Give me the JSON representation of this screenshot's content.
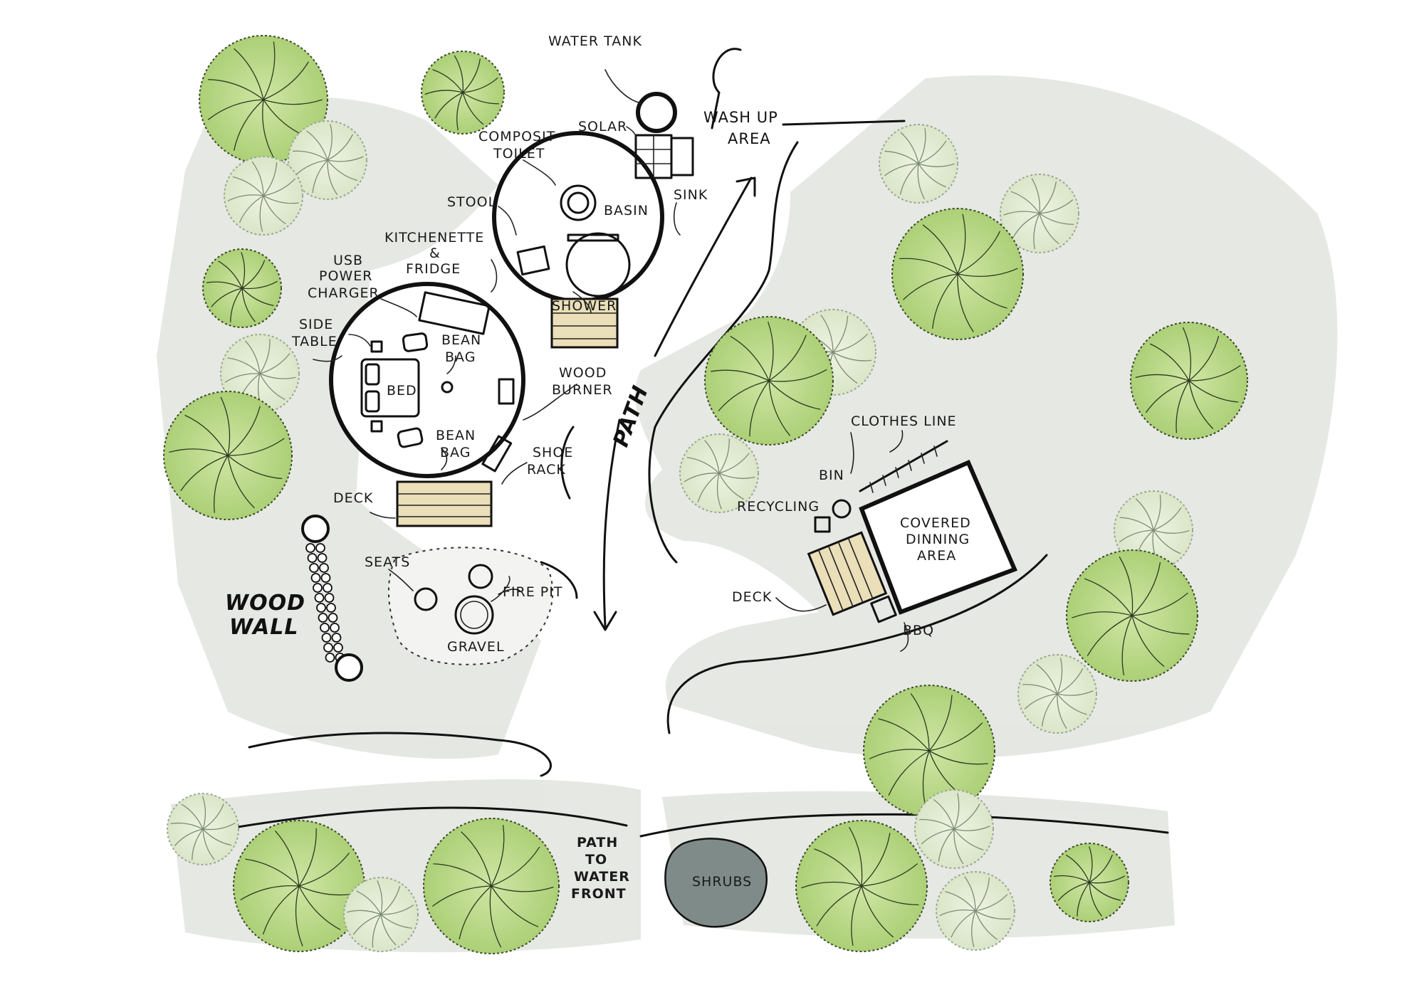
{
  "labels": {
    "water_tank": "WATER TANK",
    "solar": "SOLAR",
    "wash_up_1": "WASH UP",
    "wash_up_2": "AREA",
    "composit_1": "COMPOSIT",
    "composit_2": "TOILET",
    "stool": "STOOL",
    "basin": "BASIN",
    "sink": "SINK",
    "shower": "SHOWER",
    "kitchenette_1": "KITCHENETTE",
    "kitchenette_2": "&",
    "kitchenette_3": "FRIDGE",
    "usb_1": "USB",
    "usb_2": "POWER",
    "usb_3": "CHARGER",
    "side_table_1": "SIDE",
    "side_table_2": "TABLE",
    "bed": "BED",
    "bean_bag_top_1": "BEAN",
    "bean_bag_top_2": "BAG",
    "bean_bag_bottom_1": "BEAN",
    "bean_bag_bottom_2": "BAG",
    "wood_burner_1": "WOOD",
    "wood_burner_2": "BURNER",
    "shoe_rack_1": "SHOE",
    "shoe_rack_2": "RACK",
    "deck_left": "DECK",
    "path": "PATH",
    "clothes_line": "CLOTHES LINE",
    "bin": "BIN",
    "recycling": "RECYCLING",
    "covered_1": "COVERED",
    "covered_2": "DINNING",
    "covered_3": "AREA",
    "deck_right": "DECK",
    "bbq": "BBQ",
    "seats": "SEATS",
    "fire_pit": "FIRE PIT",
    "gravel": "GRAVEL",
    "wood_wall_1": "WOOD",
    "wood_wall_2": "WALL",
    "path_water_1": "PATH",
    "path_water_2": "TO",
    "path_water_3": "WATER",
    "path_water_4": "FRONT",
    "shrubs": "SHRUBS"
  },
  "colors": {
    "tree_green": "#b9d98a",
    "tree_green_light": "#dfe9cf",
    "ground_grey": "#d9dcd6",
    "deck_tan": "#eadfb8",
    "shrub_grey": "#7f8b89"
  }
}
